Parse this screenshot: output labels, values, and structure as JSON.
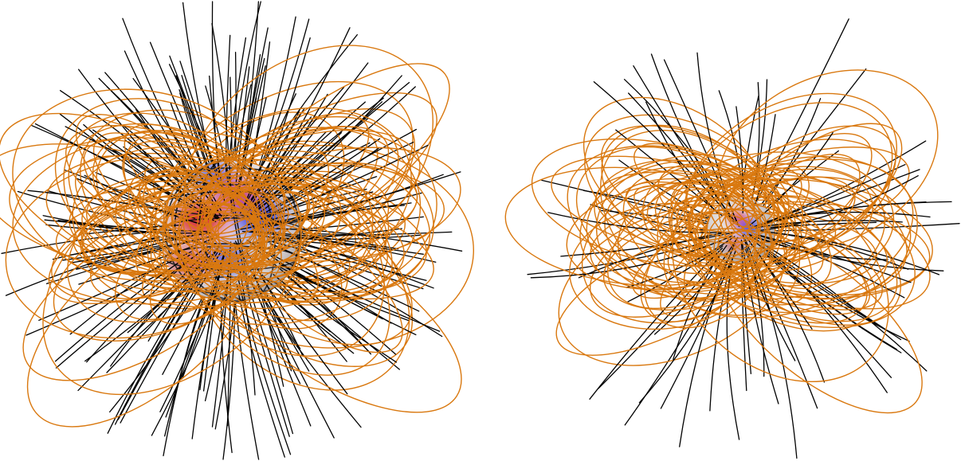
{
  "figure": {
    "panels": [
      {
        "id": "left",
        "content": "star-surface-magnetic-map-with-field-lines",
        "open_lines": 190,
        "closed_loops": 110,
        "surface_spots": [
          {
            "polarity": "positive",
            "color": "#d81e1e",
            "u": 0.28,
            "v": 0.42,
            "strength": 1.0
          },
          {
            "polarity": "positive",
            "color": "#d81e1e",
            "u": 0.55,
            "v": 0.25,
            "strength": 0.7
          },
          {
            "polarity": "positive",
            "color": "#d81e1e",
            "u": 0.2,
            "v": 0.72,
            "strength": 0.6
          },
          {
            "polarity": "negative",
            "color": "#1f2fe0",
            "u": 0.7,
            "v": 0.4,
            "strength": 1.0
          },
          {
            "polarity": "negative",
            "color": "#1f2fe0",
            "u": 0.48,
            "v": 0.7,
            "strength": 0.6
          },
          {
            "polarity": "negative",
            "color": "#1f2fe0",
            "u": 0.38,
            "v": 0.12,
            "strength": 0.5
          }
        ]
      },
      {
        "id": "right",
        "content": "star-magnetic-field-lines-far-view",
        "open_lines": 75,
        "closed_loops": 85,
        "surface_spots": [
          {
            "polarity": "negative",
            "color": "#1f2fe0",
            "u": 0.62,
            "v": 0.45,
            "strength": 1.0
          },
          {
            "polarity": "positive",
            "color": "#d81e1e",
            "u": 0.45,
            "v": 0.3,
            "strength": 0.6
          },
          {
            "polarity": "positive",
            "color": "#d81e1e",
            "u": 0.4,
            "v": 0.7,
            "strength": 0.6
          }
        ]
      }
    ],
    "colors": {
      "open_field_line": "#000000",
      "closed_field_line": "#d9780f",
      "surface_neutral": "#e8e4e4",
      "positive_polarity": "#d81e1e",
      "negative_polarity": "#1f2fe0",
      "background": "#ffffff"
    }
  }
}
